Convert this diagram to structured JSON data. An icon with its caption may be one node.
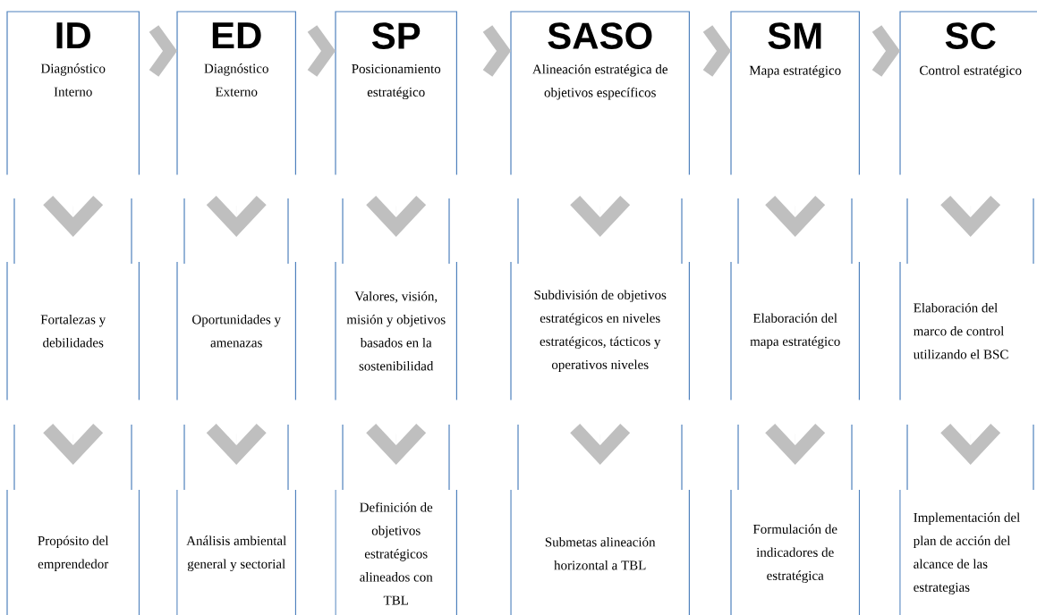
{
  "diagram": {
    "nodes": [
      {
        "text": [
          "ID",
          "Diagnóstico Interno"
        ]
      },
      {
        "text": [
          "Fortalezas y debilidades"
        ]
      },
      {
        "text": [
          "Propósito del emprendedor"
        ]
      },
      {
        "text": [
          "ED",
          "Diagnóstico Externo"
        ]
      },
      {
        "text": [
          "Oportunidades y amenazas"
        ]
      },
      {
        "text": [
          "Análisis ambiental general y sectorial"
        ]
      },
      {
        "text": [
          "SP",
          "Posicionamiento estratégico"
        ]
      },
      {
        "text": [
          "Valores, visión, misión y objetivos basados en la sostenibilidad"
        ]
      },
      {
        "text": [
          "Definición de objetivos estratégicos alineados con TBL"
        ]
      },
      {
        "text": [
          "SASO",
          "Alineación estratégica de objetivos específicos"
        ]
      },
      {
        "text": [
          "Subdivisión de objetivos estratégicos en niveles estratégicos, tácticos y operativos niveles"
        ]
      },
      {
        "text": [
          "Submetas alineación horizontal a TBL"
        ]
      },
      {
        "text": [
          "SM",
          "Mapa estratégico"
        ]
      },
      {
        "text": [
          "Elaboración del mapa estratégico"
        ]
      },
      {
        "text": [
          "Formulación de indicadores de estratégica"
        ]
      },
      {
        "text": [
          "SC",
          "Control estratégico"
        ]
      },
      {
        "text": [
          "Elaboración del marco de control utilizando el BSC"
        ]
      },
      {
        "text": [
          "Implementación del plan de acción del alcance de las estrategias"
        ]
      }
    ],
    "edges": [
      {
        "from": 0,
        "to": 3,
        "arrow": "to"
      },
      {
        "from": 3,
        "to": 6,
        "arrow": "to"
      },
      {
        "from": 6,
        "to": 9,
        "arrow": "to"
      },
      {
        "from": 9,
        "to": 12,
        "arrow": "to"
      },
      {
        "from": 12,
        "to": 15,
        "arrow": "to"
      },
      {
        "from": 0,
        "to": 1,
        "arrow": "to"
      },
      {
        "from": 1,
        "to": 2,
        "arrow": "to"
      },
      {
        "from": 3,
        "to": 4,
        "arrow": "to"
      },
      {
        "from": 4,
        "to": 5,
        "arrow": "to"
      },
      {
        "from": 6,
        "to": 7,
        "arrow": "to"
      },
      {
        "from": 7,
        "to": 8,
        "arrow": "to"
      },
      {
        "from": 9,
        "to": 10,
        "arrow": "to"
      },
      {
        "from": 10,
        "to": 11,
        "arrow": "to"
      },
      {
        "from": 12,
        "to": 13,
        "arrow": "to"
      },
      {
        "from": 13,
        "to": 14,
        "arrow": "to"
      },
      {
        "from": 15,
        "to": 16,
        "arrow": "to"
      },
      {
        "from": 16,
        "to": 17,
        "arrow": "to"
      }
    ]
  }
}
